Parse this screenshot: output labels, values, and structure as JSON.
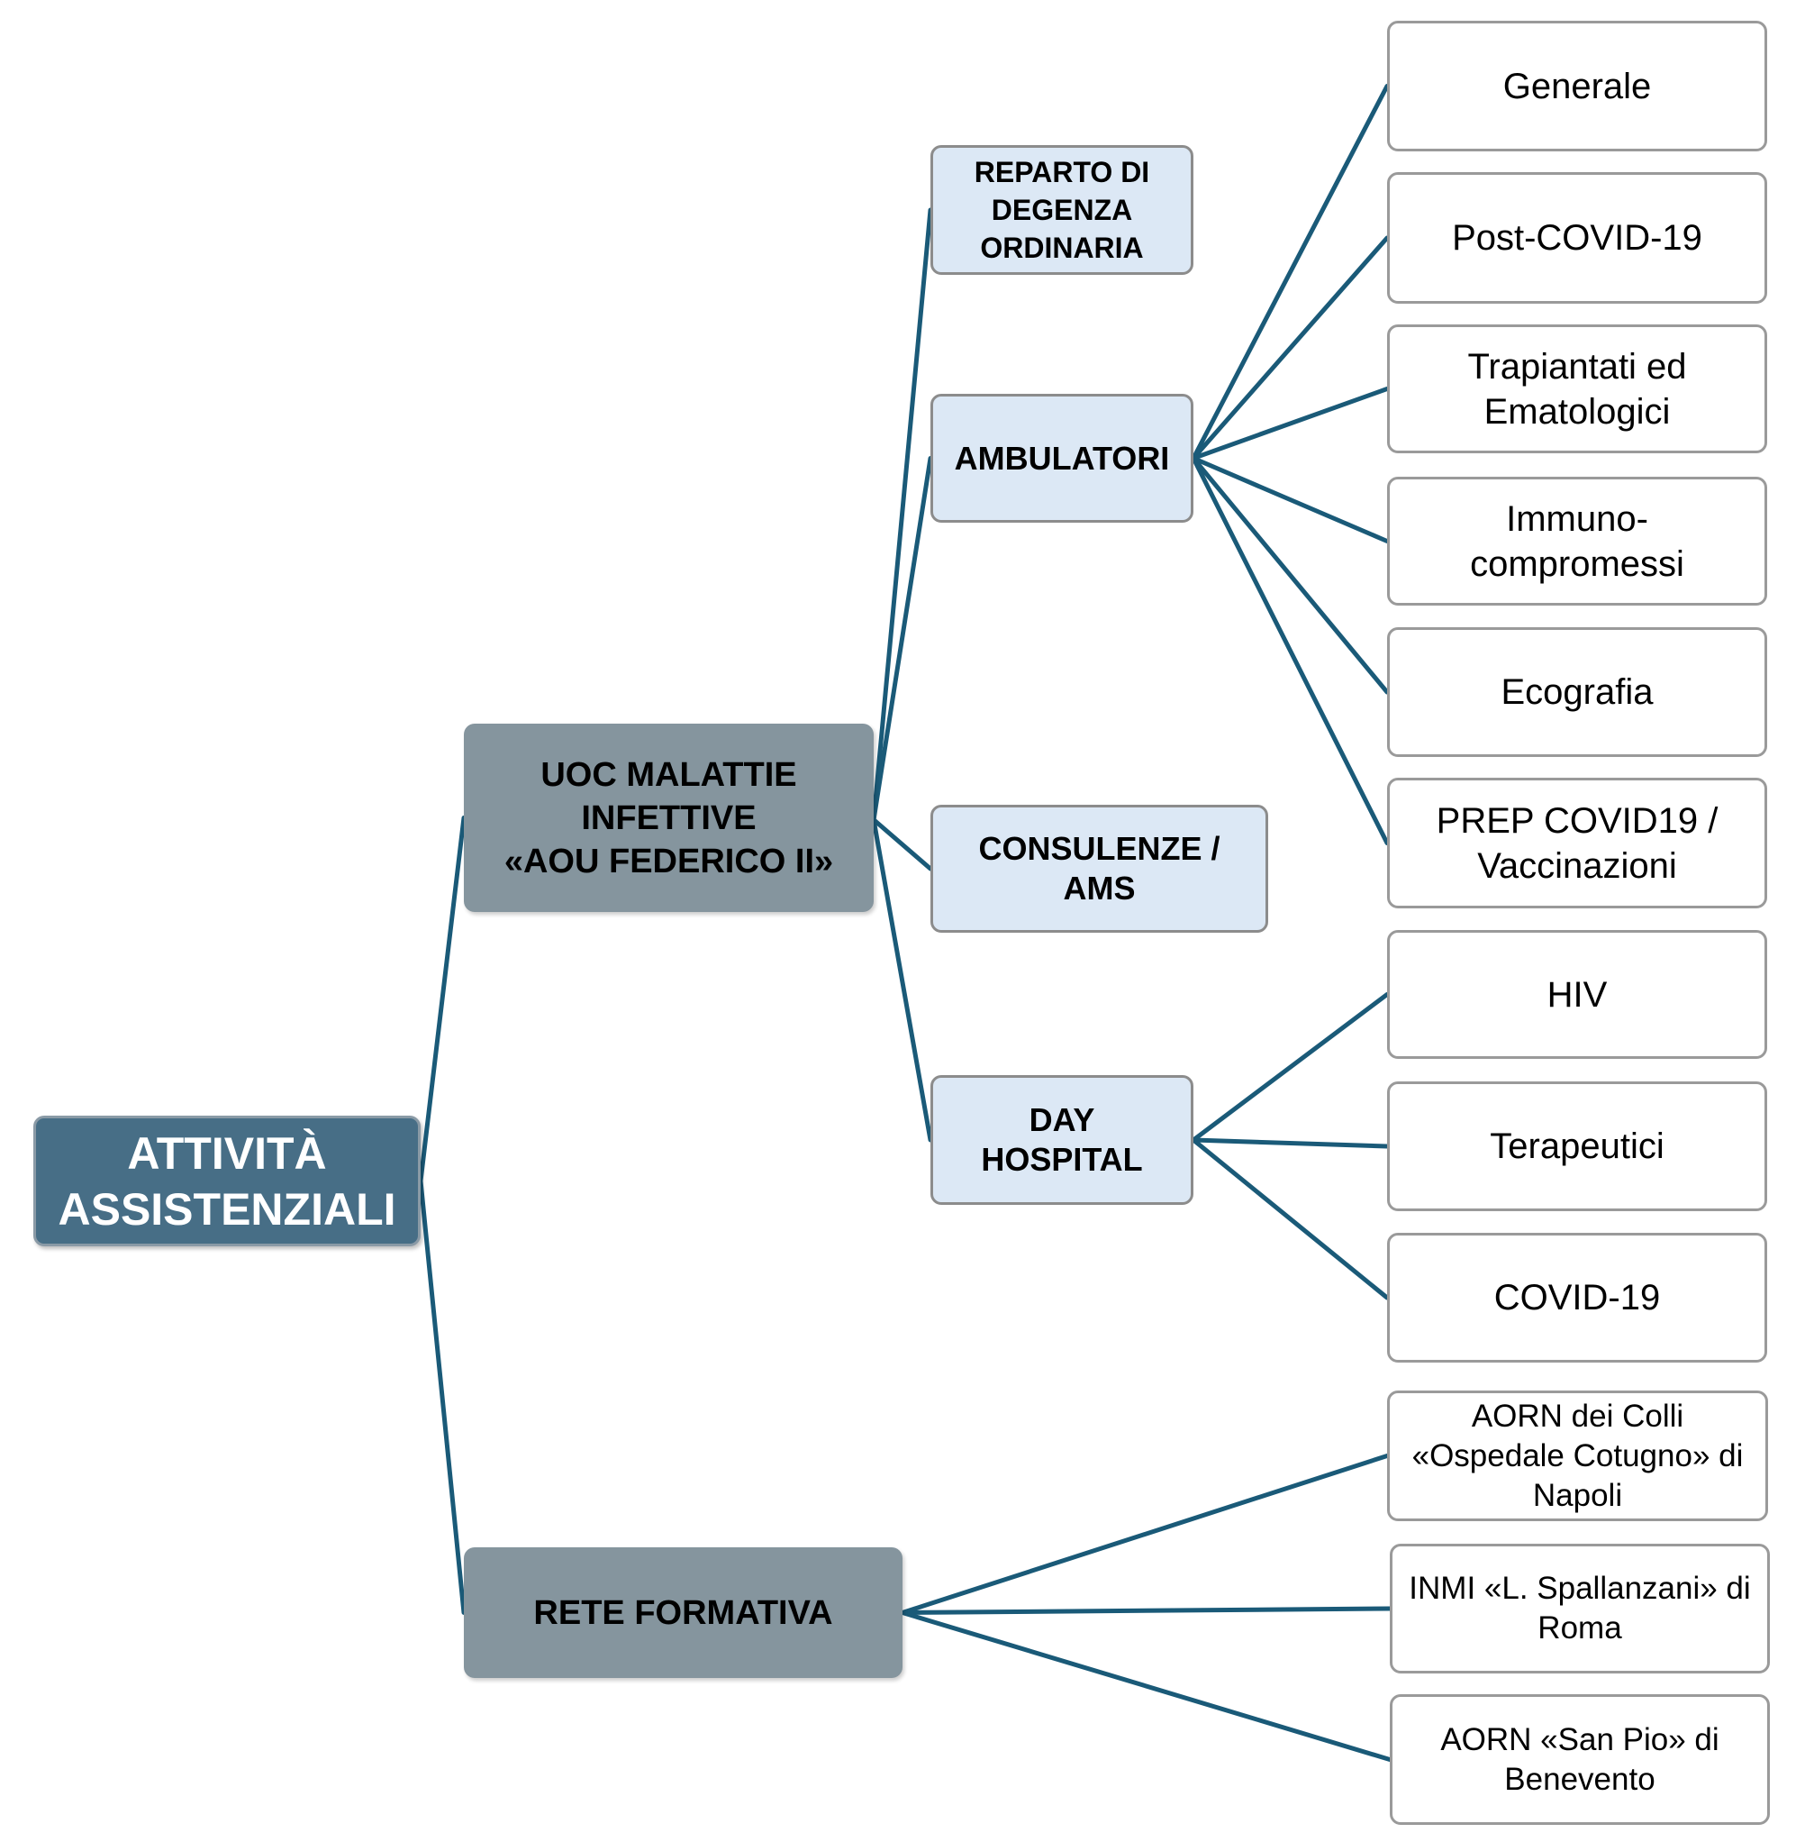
{
  "diagram": {
    "connector_color": "#1a5a78",
    "colors": {
      "root_fill": "#476e86",
      "level1_fill": "#85959e",
      "level2_fill": "#dce8f5",
      "leaf_fill": "#ffffff"
    },
    "root": {
      "id": "root",
      "label": "ATTIVITÀ\nASSISTENZIALI"
    },
    "nodes": {
      "uoc": {
        "label": "UOC MALATTIE\nINFETTIVE\n«AOU FEDERICO II»",
        "parent": "root"
      },
      "rete": {
        "label": "RETE FORMATIVA",
        "parent": "root"
      },
      "reparto": {
        "label": "REPARTO DI\nDEGENZA\nORDINARIA",
        "parent": "uoc"
      },
      "ambulatori": {
        "label": "AMBULATORI",
        "parent": "uoc"
      },
      "consulenze": {
        "label": "CONSULENZE /\nAMS",
        "parent": "uoc"
      },
      "dayhospital": {
        "label": "DAY\nHOSPITAL",
        "parent": "uoc"
      },
      "generale": {
        "label": "Generale",
        "parent": "ambulatori"
      },
      "postcovid": {
        "label": "Post-COVID-19",
        "parent": "ambulatori"
      },
      "trapiantati": {
        "label": "Trapiantati ed\nEmatologici",
        "parent": "ambulatori"
      },
      "immuno": {
        "label": "Immuno-\ncompromessi",
        "parent": "ambulatori"
      },
      "ecografia": {
        "label": "Ecografia",
        "parent": "ambulatori"
      },
      "prep": {
        "label": "PREP COVID19 /\nVaccinazioni",
        "parent": "ambulatori"
      },
      "hiv": {
        "label": "HIV",
        "parent": "dayhospital"
      },
      "terapeutici": {
        "label": "Terapeutici",
        "parent": "dayhospital"
      },
      "covid19": {
        "label": "COVID-19",
        "parent": "dayhospital"
      },
      "cotugno": {
        "label": "AORN dei Colli\n«Ospedale Cotugno» di\nNapoli",
        "parent": "rete"
      },
      "spallanzani": {
        "label": "INMI «L. Spallanzani» di\nRoma",
        "parent": "rete"
      },
      "sanpio": {
        "label": "AORN «San Pio» di\nBenevento",
        "parent": "rete"
      }
    }
  }
}
